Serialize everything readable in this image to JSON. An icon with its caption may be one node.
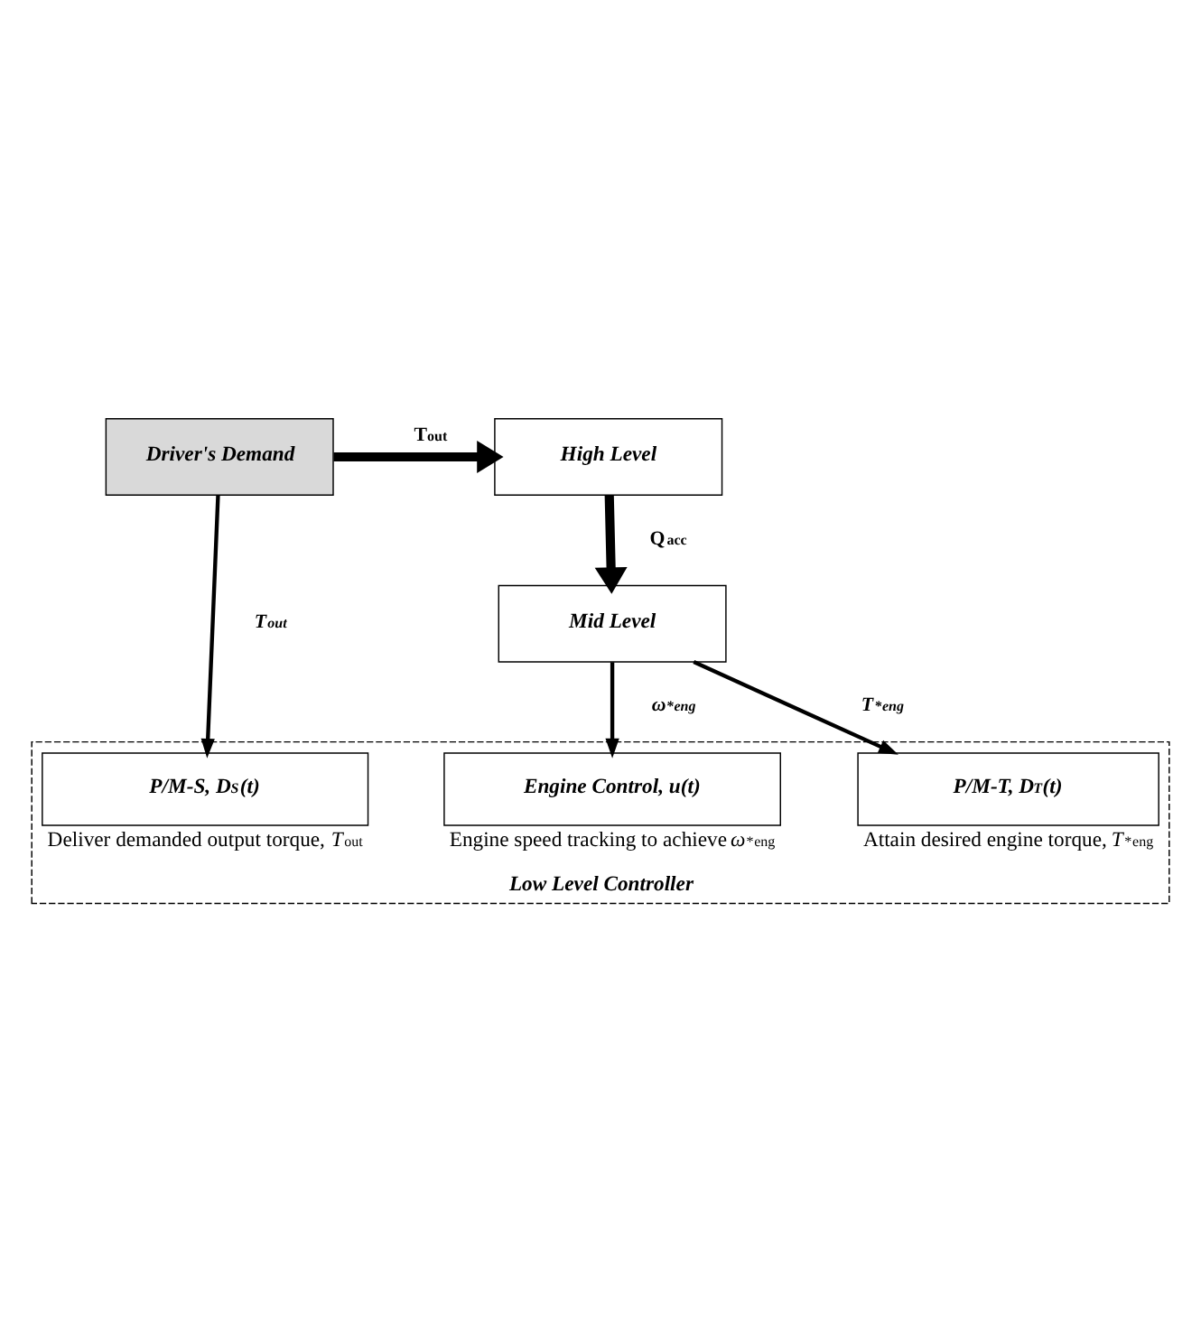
{
  "diagram": {
    "nodes": [
      {
        "text": [
          "Driver's Demand"
        ]
      },
      {
        "text": [
          "High Level"
        ]
      },
      {
        "text": [
          "Mid Level"
        ]
      },
      {
        "text": [
          "Low Level Controller"
        ]
      },
      {
        "text": [
          "P/M-S, D$_{S}$(t)"
        ],
        "in": 3,
        "beside": [
          "Deliver demanded output torque, *T*$_{out}$"
        ]
      },
      {
        "text": [
          "Engine Control, u(t)"
        ],
        "in": 3,
        "beside": [
          "Engine speed tracking to achieve *ω*$^{*}$$_{eng}$"
        ]
      },
      {
        "text": [
          "P/M-T, D$_{T}$(t)"
        ],
        "in": 3,
        "beside": [
          "Attain desired engine torque, *T*$^{*}$$_{eng}$"
        ]
      }
    ],
    "edges": [
      {
        "from": 0,
        "to": 1,
        "arrow": "to",
        "style": "thick",
        "label": "T$_{out}$"
      },
      {
        "from": 1,
        "to": 2,
        "arrow": "to",
        "style": "thick",
        "label": "Q$_{acc}$"
      },
      {
        "from": 0,
        "to": 4,
        "arrow": "to",
        "label": "T$_{out}$"
      },
      {
        "from": 2,
        "to": 5,
        "arrow": "to",
        "label": "ω$^{*}$$_{eng}$"
      },
      {
        "from": 2,
        "to": 6,
        "arrow": "to",
        "label": "T$^{*}$$_{eng}$"
      }
    ]
  }
}
